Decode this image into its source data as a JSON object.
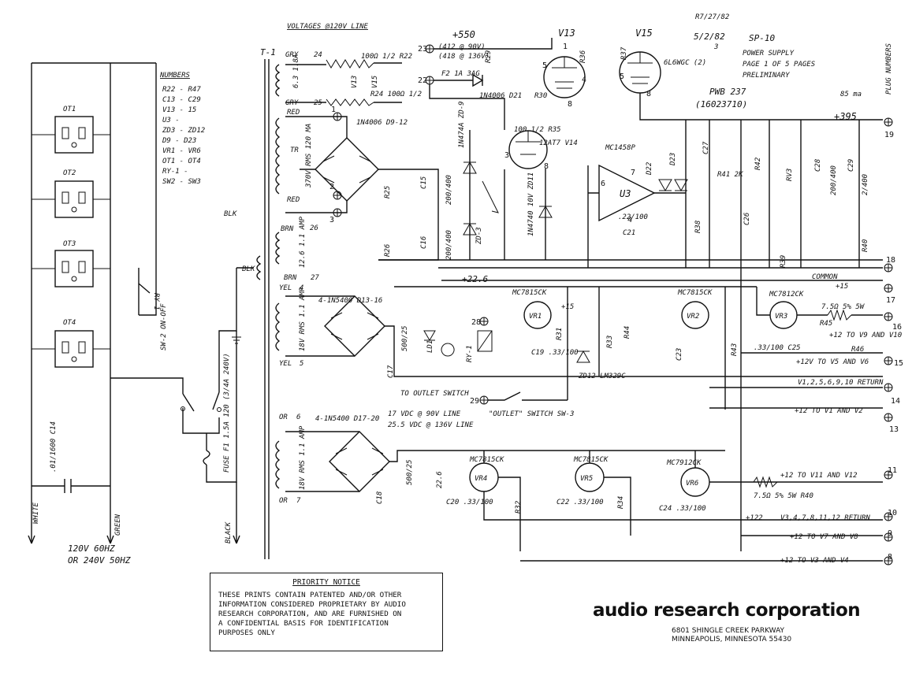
{
  "header": {
    "voltages_note": "VOLTAGES @120V LINE",
    "date_1": "R7/27/82",
    "date_2": "5/2/82",
    "date_2_sub": "3",
    "model": "SP-10",
    "title_line1": "POWER SUPPLY",
    "title_line2": "PAGE 1 OF 5 PAGES",
    "title_line3": "PRELIMINARY",
    "pwb": "PWB 237",
    "pwb_number": "(16023710)",
    "plug_numbers": "PLUG NUMBERS",
    "rail_note": "85 ma"
  },
  "numbers_table": {
    "title": "NUMBERS",
    "rows": [
      "R22 - R47",
      "C13 - C29",
      "V13 - 15",
      "U3 -",
      "ZD3 - ZD12",
      "D9 - D23",
      "VR1 - VR6",
      "OT1 - OT4",
      "RY-1 -",
      "SW2 - SW3"
    ]
  },
  "outlets": [
    "OT1",
    "OT2",
    "OT3",
    "OT4"
  ],
  "relay": "RY-1",
  "switch_sw2": "SW-2 ON-OFF",
  "fuse": "FUSE F1 1.5A 120 (3/4A 240V)",
  "line_wires": {
    "white": "WHITE",
    "green": "GREEN",
    "black": "BLACK"
  },
  "line_cap": ".01/1600 C14",
  "line_voltage": [
    "120V 60HZ",
    "OR 240V 50HZ"
  ],
  "transformer": {
    "label": "T-1",
    "blk1": "BLK",
    "blk2": "BLK",
    "gry": "GRY",
    "gry_num": "24",
    "gry2": "GRY",
    "gry2_num": "25",
    "heater": "6.3 1.8A",
    "red": "RED",
    "red2": "RED",
    "hv": "370V RMS 120 MA",
    "tr": "TR",
    "brn": "BRN",
    "brn_num": "26",
    "brn2": "BRN",
    "brn2_num": "27",
    "brn_v": "12.6 1.1 AMP",
    "yel": "YEL",
    "yel_num": "4",
    "yel2": "YEL",
    "yel2_num": "5",
    "yel_v": "18V RMS 1.1 AMP",
    "or": "OR",
    "or_num": "6",
    "or2": "OR",
    "or2_num": "7",
    "or_v": "18V RMS 1.1 AMP"
  },
  "heater_section": {
    "v13": "V13",
    "v15": "V15",
    "r22": "100Ω 1/2 R22",
    "r24": "R24 100Ω 1/2",
    "pin_23": "23",
    "pin_22": "22",
    "plus_550": "+550",
    "v_note1": "(412 @ 90V)",
    "v_note2": "(418 @ 136V)",
    "f2": "F2 1A 3AG",
    "d21": "1N4006 D21",
    "r29": "R29",
    "r30": "R30",
    "r36": "R36",
    "r37": "R37",
    "v13_tube": "V13",
    "v15_tube": "V15",
    "v15_type": "6L6WGC (2)",
    "plus_395": "+395",
    "pin_19": "19",
    "r35": "100 1/2 R35",
    "v14": "12AT7 V14",
    "zd9": "1N474A ZD-9",
    "zd3": "ZD-3",
    "zd11": "1N4740 10V ZD11",
    "pin_nums": [
      "1",
      "2",
      "3",
      "4",
      "5",
      "8"
    ]
  },
  "bridges": {
    "d9_12": "1N4006 D9-12",
    "d13_16": "4-1N5400 D13-16",
    "d17_20": "4-1N5400 D17-20",
    "r25": "R25",
    "r26": "R26",
    "c15": "C15",
    "c16": "C16",
    "c15_val": "200/400",
    "c16_val": "200/400",
    "c17": "C17",
    "c17_val": "500/25",
    "c18": "C18",
    "c18_val": "500/25",
    "nodes": [
      "1",
      "2",
      "3"
    ]
  },
  "regulator_u3": {
    "u3": "U3",
    "chip": "MC1458P",
    "zd12": "ZD12 LM329C",
    "pins": [
      "7",
      "6",
      "4"
    ],
    "c21": "C21",
    "c21_val": ".22/100",
    "r38": "R38",
    "r39": "R39",
    "r40": "R40",
    "r41": "R41 2K",
    "r42": "R42",
    "rv3": "RV3",
    "c26": "C26",
    "c27": "C27",
    "c28": "C28",
    "c29": "C29",
    "c28_val": "200/400",
    "c29_val": "2/400",
    "d22": "D22",
    "d23": "D23"
  },
  "lv_section": {
    "plus_22_6": "+22.6",
    "plus_15": "+15",
    "vr1": "VR1",
    "vr1_type": "MC7815CK",
    "vr2": "VR2",
    "vr2_type": "MC7815CK",
    "vr3": "VR3",
    "vr3_type": "MC7812CK",
    "vr4": "VR4",
    "vr4_type": "MC7815CK",
    "vr5": "VR5",
    "vr5_type": "MC7815CK",
    "vr6": "VR6",
    "vr6_type": "MC7912CK",
    "ld1": "LD1",
    "ry1": "RY-1",
    "pin_28": "28",
    "pin_29": "29",
    "to_outlet": "TO OUTLET SWITCH",
    "outlet_switch": "\"OUTLET\" SWITCH SW-3",
    "c19": "C19 .33/100",
    "c20": "C20 .33/100",
    "c22": "C22 .33/100",
    "c23": "C23",
    "c24": "C24 .33/100",
    "c25": ".33/100 C25",
    "r31": "R31",
    "r32": "R32",
    "r33": "R33",
    "r34": "R34",
    "r43": "R43",
    "r44": "R44",
    "r45": "R45",
    "r46": "R46",
    "dc_note1": "17 VDC @ 90V LINE",
    "dc_note2": "25.5 VDC @ 136V LINE",
    "v22_6": "22.6"
  },
  "outputs": [
    {
      "pin": "18",
      "label": "COMMON"
    },
    {
      "pin": "17",
      "label": "+15"
    },
    {
      "pin": "16",
      "label": "+12 TO V9 AND V10"
    },
    {
      "pin": "15",
      "label": "+12V TO V5 AND V6"
    },
    {
      "pin": "14",
      "label": "V1,2,5,6,9,10 RETURN"
    },
    {
      "pin": "13",
      "label": "+12 TO V1 AND V2"
    },
    {
      "pin": "11",
      "label": "+12 TO V11 AND V12"
    },
    {
      "pin": "10",
      "label": "V3,4,7,8,11,12 RETURN"
    },
    {
      "pin": "9",
      "label": "+12 TO V7 AND V8"
    },
    {
      "pin": "8",
      "label": "+12 TO V3 AND V4"
    }
  ],
  "r40_label": "7.5Ω 5% 5W R40",
  "r45_label": "7.5Ω 5% 5W",
  "plus_122": "+122",
  "notice": {
    "title": "PRIORITY NOTICE",
    "lines": [
      "THESE PRINTS CONTAIN PATENTED AND/OR OTHER",
      "INFORMATION CONSIDERED PROPRIETARY BY AUDIO",
      "RESEARCH CORPORATION, AND ARE FURNISHED ON",
      "A CONFIDENTIAL BASIS FOR IDENTIFICATION",
      "PURPOSES ONLY"
    ]
  },
  "company": {
    "name": "audio research corporation",
    "address1": "6801 SHINGLE CREEK PARKWAY",
    "address2": "MINNEAPOLIS, MINNESOTA 55430"
  }
}
